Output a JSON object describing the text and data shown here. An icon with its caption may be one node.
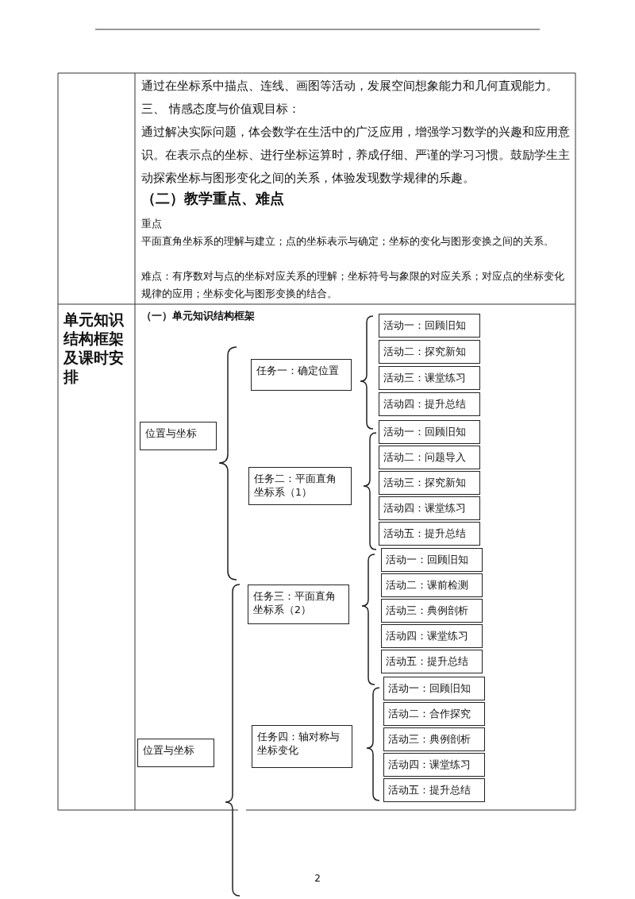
{
  "diagram": {
    "nodes": [
      {
        "text": [
          "位置与坐标"
        ]
      },
      {
        "text": [
          "任务一：确定位置"
        ]
      },
      {
        "text": [
          "活动一：回顾旧知"
        ]
      },
      {
        "text": [
          "活动二：探究新知"
        ]
      },
      {
        "text": [
          "活动三：课堂练习"
        ]
      },
      {
        "text": [
          "活动四：提升总结"
        ]
      },
      {
        "text": [
          "任务二：平面直角坐标系（1）"
        ]
      },
      {
        "text": [
          "活动一：回顾旧知"
        ]
      },
      {
        "text": [
          "活动二：问题导入"
        ]
      },
      {
        "text": [
          "活动三：探究新知"
        ]
      },
      {
        "text": [
          "活动四：课堂练习"
        ]
      },
      {
        "text": [
          "活动五：提升总结"
        ]
      },
      {
        "text": [
          "任务三：平面直角坐标系（2）"
        ]
      },
      {
        "text": [
          "活动一：回顾旧知"
        ]
      },
      {
        "text": [
          "活动二：课前检测"
        ]
      },
      {
        "text": [
          "活动三：典例剖析"
        ]
      },
      {
        "text": [
          "活动四：课堂练习"
        ]
      },
      {
        "text": [
          "活动五：提升总结"
        ]
      },
      {
        "text": [
          "位置与坐标"
        ]
      },
      {
        "text": [
          "任务四：轴对称与坐标变化"
        ]
      },
      {
        "text": [
          "活动一：回顾旧知"
        ]
      },
      {
        "text": [
          "活动二：合作探究"
        ]
      },
      {
        "text": [
          "活动三：典例剖析"
        ]
      },
      {
        "text": [
          "活动四：课堂练习"
        ]
      },
      {
        "text": [
          "活动五：提升总结"
        ]
      }
    ],
    "labels": [
      "通过在坐标系中描点、连线、画图等活动，发展空间想象能力和几何直观能力。",
      "三、 情感态度与价值观目标：",
      "通过解决实际问题，体会数学在生活中的广泛应用，增强学习数学的兴趣和应用意识。在表示点的坐标、进行坐标运算时，养成仔细、严谨的学习习惯。鼓励学生主动探索坐标与图形变化之间的关系，体验发现数学规律的乐趣。",
      "（二）教学重点、难点",
      "重点",
      "平面直角坐标系的理解与建立；点的坐标表示与确定；坐标的变化与图形变换之间的关系。",
      "难点：有序数对与点的坐标对应关系的理解；坐标符号与象限的对应关系；对应点的坐标变化规律的应用；坐标变化与图形变换的结合。",
      "单元知识结构框架及课时安排",
      "（一）单元知识结构框架",
      "2"
    ]
  }
}
